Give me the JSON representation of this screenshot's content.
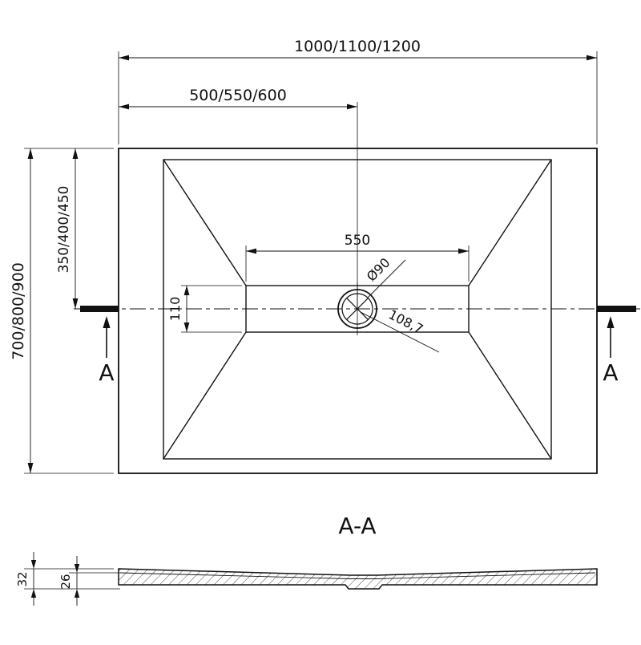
{
  "top_view": {
    "dim_overall_width": "1000/1100/1200",
    "dim_drain_from_left": "500/550/600",
    "dim_overall_depth": "700/800/900",
    "dim_drain_from_top": "350/400/450",
    "dim_flat_width": "550",
    "dim_flat_depth": "110",
    "drain_diameter": "Ø90",
    "drain_diagonal": "108,7",
    "section_marker_left": "A",
    "section_marker_right": "A"
  },
  "section_view": {
    "title": "A-A",
    "dim_total_thickness": "32",
    "dim_edge_thickness": "26"
  },
  "colors": {
    "line": "#111111",
    "background": "#ffffff"
  }
}
